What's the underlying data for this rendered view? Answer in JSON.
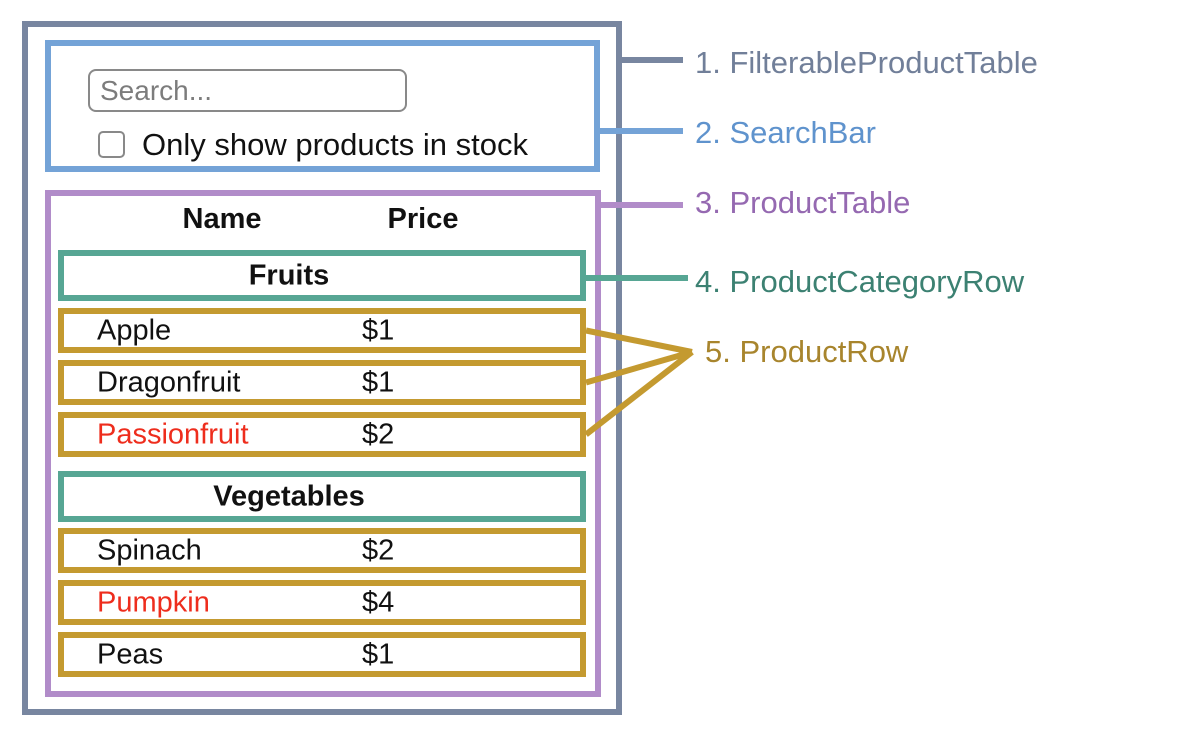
{
  "search_bar": {
    "placeholder": "Search...",
    "checkbox_label": "Only show products in stock",
    "checkbox_checked": false
  },
  "table": {
    "headers": {
      "name": "Name",
      "price": "Price"
    },
    "sections": [
      {
        "category": "Fruits",
        "rows": [
          {
            "name": "Apple",
            "price": "$1",
            "stocked": true
          },
          {
            "name": "Dragonfruit",
            "price": "$1",
            "stocked": true
          },
          {
            "name": "Passionfruit",
            "price": "$2",
            "stocked": false
          }
        ]
      },
      {
        "category": "Vegetables",
        "rows": [
          {
            "name": "Spinach",
            "price": "$2",
            "stocked": true
          },
          {
            "name": "Pumpkin",
            "price": "$4",
            "stocked": false
          },
          {
            "name": "Peas",
            "price": "$1",
            "stocked": true
          }
        ]
      }
    ]
  },
  "annotations": {
    "labels": [
      {
        "text": "1. FilterableProductTable",
        "color": "#717f99"
      },
      {
        "text": "2. SearchBar",
        "color": "#5f93cd"
      },
      {
        "text": "3. ProductTable",
        "color": "#9569b1"
      },
      {
        "text": "4. ProductCategoryRow",
        "color": "#3c8172"
      },
      {
        "text": "5. ProductRow",
        "color": "#a8852d"
      }
    ]
  },
  "colors": {
    "filterable_product_table_border": "#7886a0",
    "search_bar_border": "#74a3d7",
    "product_table_border": "#b18cc9",
    "product_category_row_border": "#57a694",
    "product_row_border": "#c49a30",
    "out_of_stock_text": "#ee2d1d",
    "input_border": "#898989",
    "placeholder_text": "#7c7c7c",
    "text": "#111111",
    "background": "#ffffff"
  }
}
